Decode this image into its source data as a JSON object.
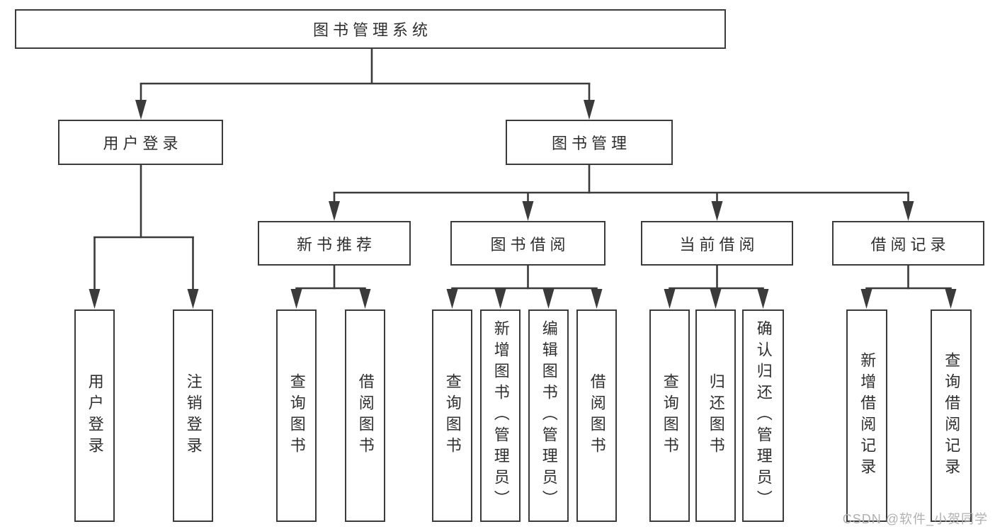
{
  "colors": {
    "line": "#3b3b3b",
    "text": "#2f2f2f",
    "background": "#ffffff",
    "box_fill": "#ffffff",
    "watermark": "#b0b0b0"
  },
  "watermark": {
    "text": "CSDN @软件_小贺同学"
  },
  "tree": {
    "root": {
      "label": "图书管理系统"
    },
    "user_login": {
      "label": "用户登录",
      "children": {
        "login": {
          "label": "用户登录"
        },
        "logout": {
          "label": "注销登录"
        }
      }
    },
    "book_management": {
      "label": "图书管理"
    },
    "new_book_recommend": {
      "label": "新书推荐",
      "children": {
        "query_books": {
          "label": "查询图书"
        },
        "borrow_books": {
          "label": "借阅图书"
        }
      }
    },
    "book_borrowing": {
      "label": "图书借阅",
      "children": {
        "query_books": {
          "label": "查询图书"
        },
        "add_books": {
          "label": "新增图书（管理员）"
        },
        "edit_books": {
          "label": "编辑图书（管理员）"
        },
        "borrow_books": {
          "label": "借阅图书"
        }
      }
    },
    "current_borrowing": {
      "label": "当前借阅",
      "children": {
        "query_books": {
          "label": "查询图书"
        },
        "return_books": {
          "label": "归还图书"
        },
        "confirm_return": {
          "label": "确认归还（管理员）"
        }
      }
    },
    "borrowing_records": {
      "label": "借阅记录",
      "children": {
        "add_record": {
          "label": "新增借阅记录"
        },
        "query_record": {
          "label": "查询借阅记录"
        }
      }
    }
  }
}
